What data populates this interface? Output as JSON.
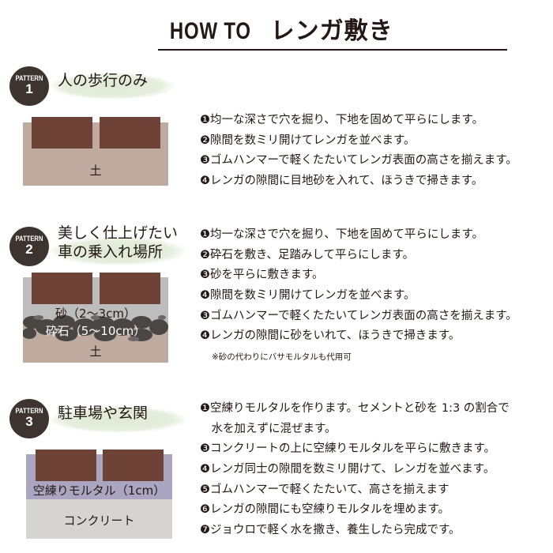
{
  "header": {
    "title_en": "HOW TO",
    "title_ja": "レンガ敷き"
  },
  "colors": {
    "brick": "#6f4237",
    "soil": "#bfaa9f",
    "sand": "#bdbdbd",
    "gravel": "#4a4644",
    "dry_mortar": "#aaa5c1",
    "concrete": "#d6d4d2",
    "badge": "#3d3430",
    "brush": "#dfead5"
  },
  "patterns": [
    {
      "badge_label": "PATTERN",
      "number": "1",
      "title_lines": [
        "人の歩行のみ"
      ],
      "diagram": {
        "layers": [
          "土"
        ]
      },
      "steps": [
        "❶均一な深さで穴を掘り、下地を固めて平らにします。",
        "❷隙間を数ミリ開けてレンガを並べます。",
        "❸ゴムハンマーで軽くたたいてレンガ表面の高さを揃えます。",
        "❹レンガの隙間に目地砂を入れて、ほうきで掃きます。"
      ]
    },
    {
      "badge_label": "PATTERN",
      "number": "2",
      "title_lines": [
        "美しく仕上げたい",
        "車の乗入れ場所"
      ],
      "diagram": {
        "layers": [
          "砂（2〜3cm）",
          "砕石（5〜10cm）",
          "土"
        ]
      },
      "steps": [
        "❶均一な深さで穴を掘り、下地を固めて平らにします。",
        "❷砕石を敷き、足踏みして平らにします。",
        "❸砂を平らに敷きます。",
        "❹隙間を数ミリ開けてレンガを並べます。",
        "❸ゴムハンマーで軽くたたいてレンガ表面の高さを揃えます。",
        "❹レンガの隙間に砂をいれて、ほうきで掃きます。"
      ],
      "note": "※砂の代わりにバサモルタルも代用可"
    },
    {
      "badge_label": "PATTERN",
      "number": "3",
      "title_lines": [
        "駐車場や玄関"
      ],
      "diagram": {
        "layers": [
          "空練りモルタル（1cm）",
          "コンクリート"
        ]
      },
      "steps": [
        "❶空練りモルタルを作ります。セメントと砂を 1:3 の割合で",
        "　水を加えずに混ぜます。",
        "❸コンクリートの上に空練りモルタルを平らに敷きます。",
        "❹レンガ同士の隙間を数ミリ開けて、レンガを並べます。",
        "❺ゴムハンマーで軽くたたいて、高さを揃えます",
        "❻レンガの隙間にも空練りモルタルを埋めます。",
        "❼ジョウロで軽く水を撒き、養生したら完成です。"
      ]
    }
  ]
}
